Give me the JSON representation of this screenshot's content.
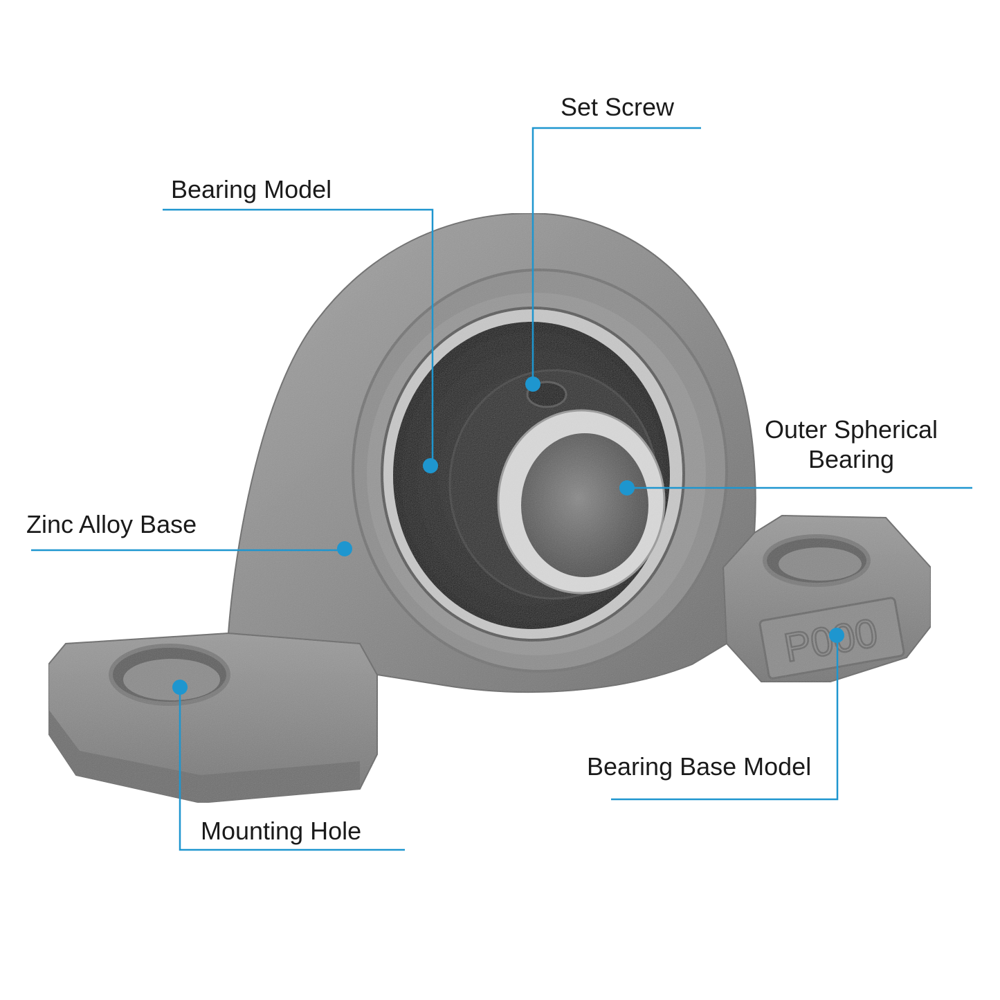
{
  "colors": {
    "callout": "#1e96cf",
    "text": "#1a1a1a",
    "metal_light": "#9a9a9a",
    "metal_dark": "#6d6d6d",
    "bearing_black": "#1b1b1b",
    "shaft_ring": "#d8d8d8"
  },
  "labels": {
    "set_screw": "Set Screw",
    "bearing_model": "Bearing Model",
    "outer_line1": "Outer Spherical",
    "outer_line2": "Bearing",
    "zinc_alloy_base": "Zinc Alloy Base",
    "bearing_base_model": "Bearing Base Model",
    "mounting_hole": "Mounting Hole"
  },
  "engraving": "P000"
}
